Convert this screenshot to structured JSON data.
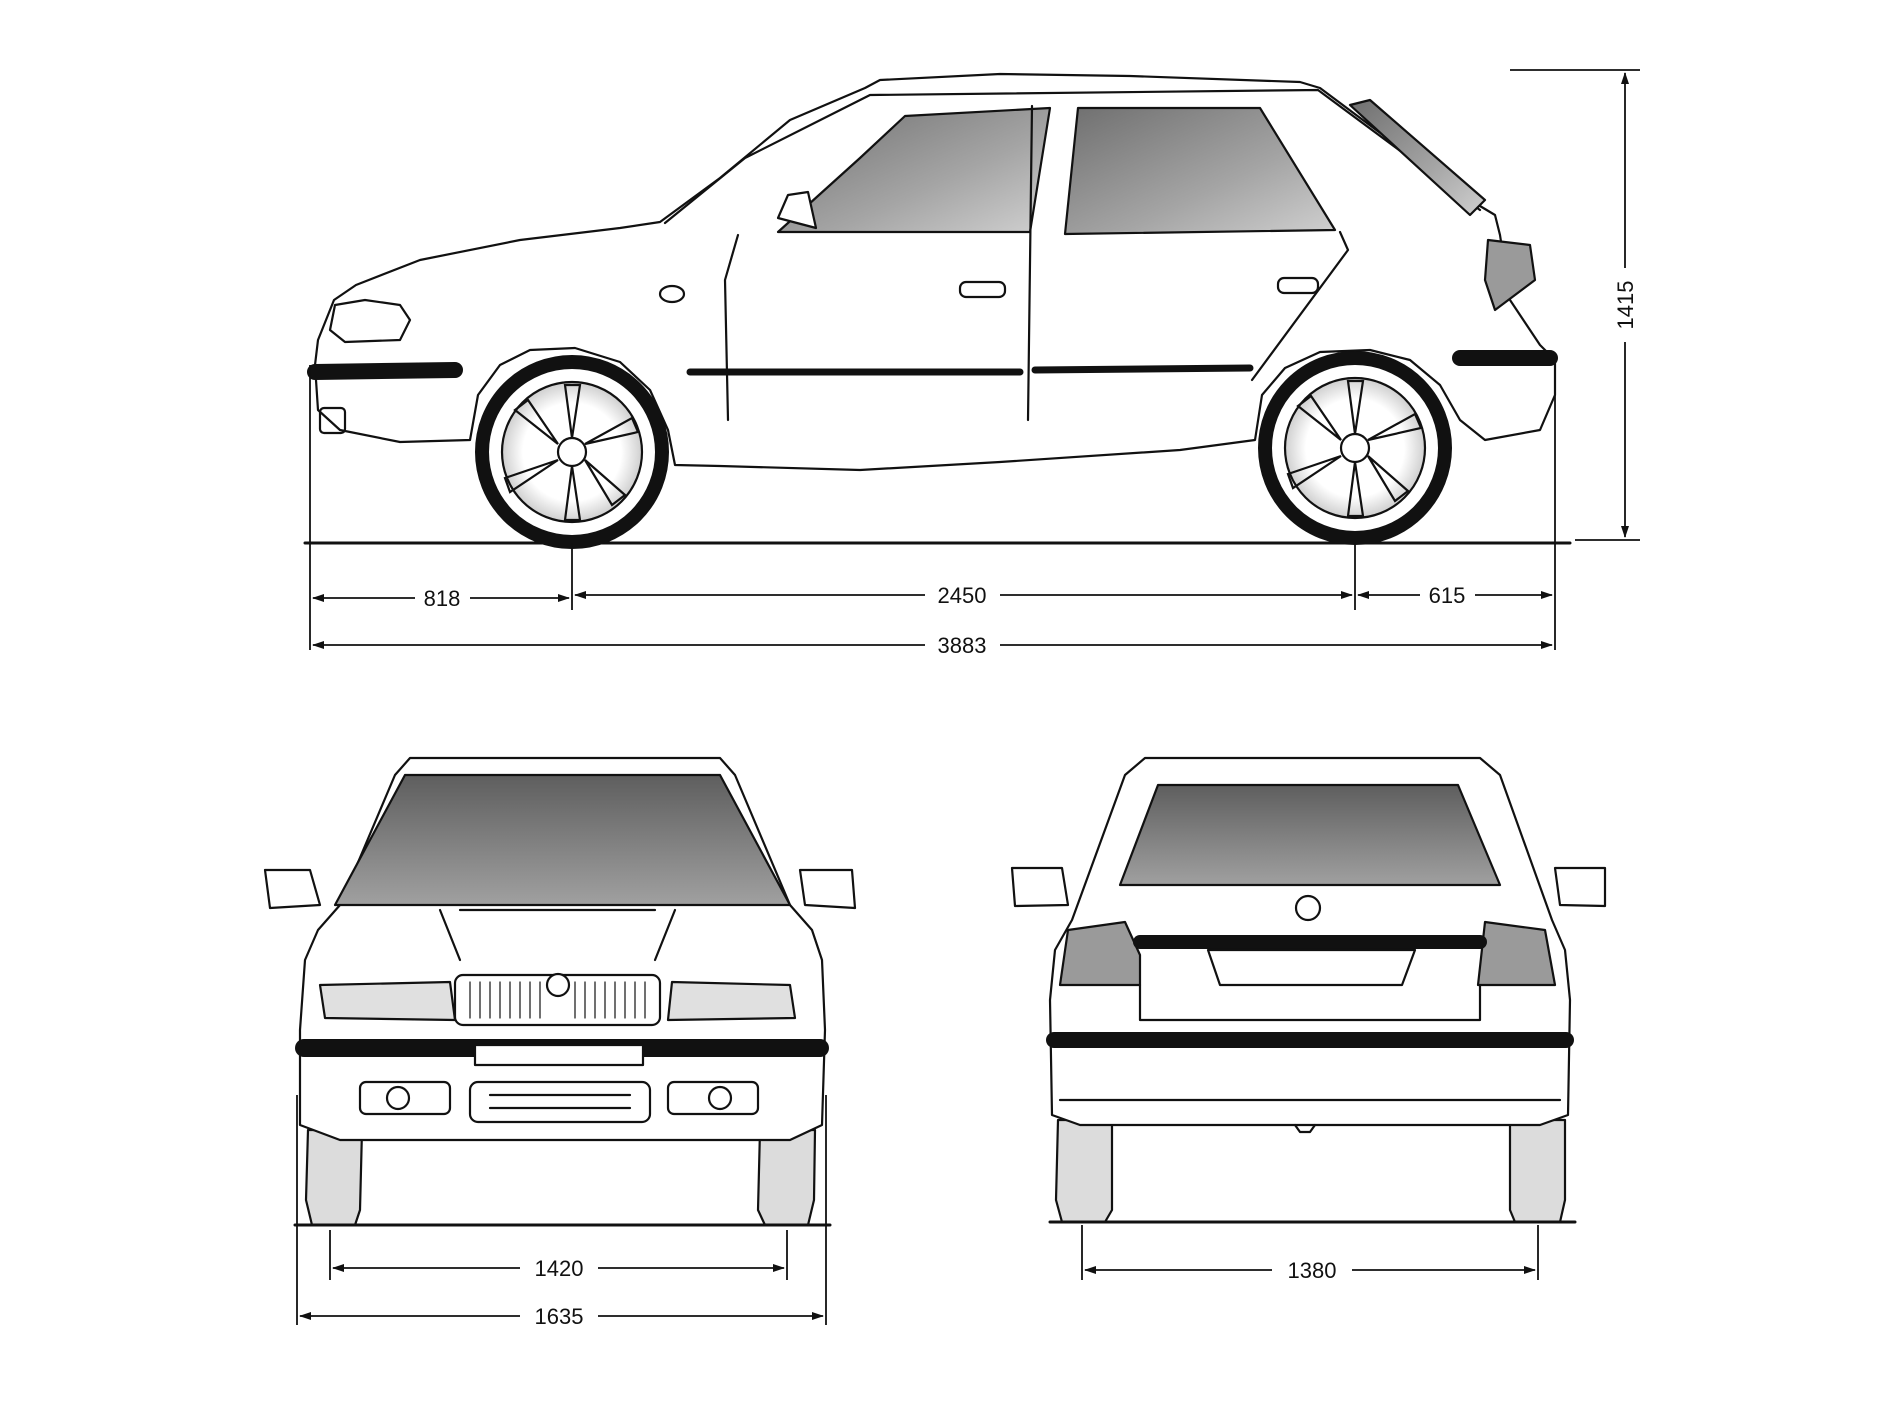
{
  "dimensions": {
    "front_overhang": "818",
    "wheelbase": "2450",
    "rear_overhang": "615",
    "overall_length": "3883",
    "overall_height": "1415",
    "front_track": "1420",
    "overall_width": "1635",
    "rear_track": "1380"
  },
  "colors": {
    "ink": "#111111",
    "glass": "#8a8a8a",
    "paper": "#ffffff"
  }
}
